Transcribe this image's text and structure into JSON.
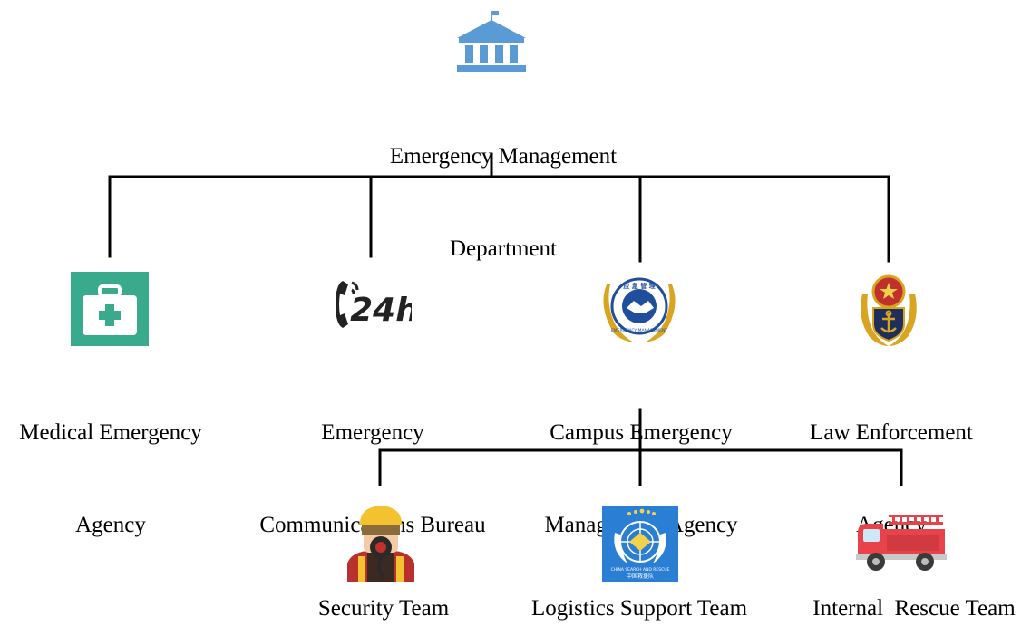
{
  "root": {
    "label_line1": "Emergency Management",
    "label_line2": "Department",
    "icon": "government-building-icon"
  },
  "agencies": [
    {
      "line1": "Medical Emergency",
      "line2": "Agency",
      "icon": "first-aid-kit-icon"
    },
    {
      "line1": "Emergency",
      "line2": "Communications Bureau",
      "icon": "24h-phone-icon"
    },
    {
      "line1": "Campus Emergency",
      "line2": "Management Agency",
      "icon": "emergency-management-emblem-icon",
      "emblem_text": "EMERGENCY MANAGEMENT"
    },
    {
      "line1": "Law Enforcement",
      "line2": "Agency",
      "icon": "national-emblem-badge-icon"
    }
  ],
  "teams": [
    {
      "label": "Security Team",
      "icon": "firefighter-icon"
    },
    {
      "label": "Logistics Support Team",
      "icon": "china-search-rescue-emblem-icon",
      "emblem_text": "CHINA SEARCH AND RESCUE",
      "emblem_text_cn": "中国救援队"
    },
    {
      "label": "Internal  Rescue Team",
      "icon": "fire-truck-icon"
    }
  ],
  "icon_texts": {
    "phone": "24h"
  },
  "colors": {
    "building_blue": "#5b9bd5",
    "medical_teal": "#3aaa8c",
    "emblem_gold": "#d9a520",
    "emblem_blue": "#1f4e9c",
    "badge_red": "#c0302c",
    "truck_red": "#e8434a",
    "un_blue": "#2a7fd4"
  }
}
